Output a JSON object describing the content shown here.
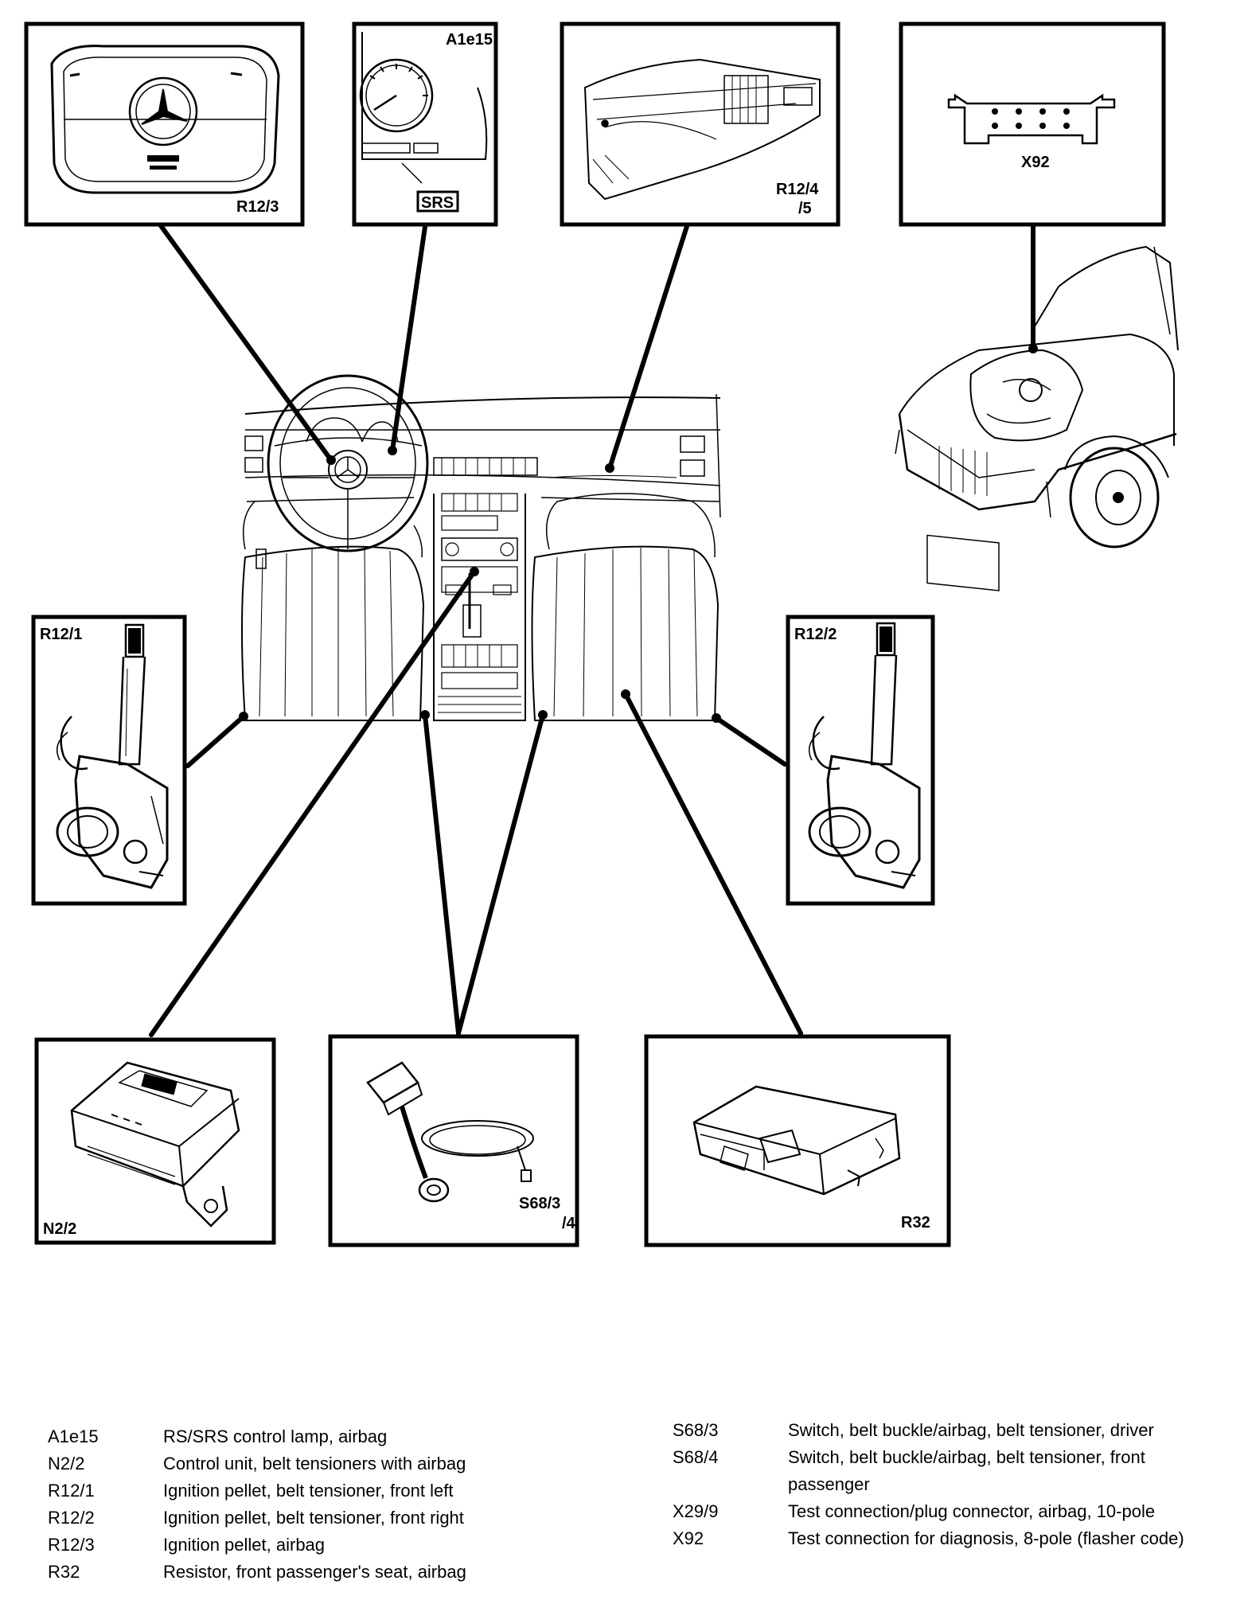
{
  "callouts": {
    "r12_3": "R12/3",
    "a1e15": "A1e15",
    "srs_lamp": "SRS",
    "r12_4_5_line1": "R12/4",
    "r12_4_5_line2": "/5",
    "x92": "X92",
    "r12_1": "R12/1",
    "r12_2": "R12/2",
    "n2_2": "N2/2",
    "s68_3_4_line1": "S68/3",
    "s68_3_4_line2": "/4",
    "r32": "R32"
  },
  "legend": {
    "left": [
      {
        "code": "A1e15",
        "text": "RS/SRS control lamp, airbag"
      },
      {
        "code": "N2/2",
        "text": "Control unit, belt tensioners with airbag"
      },
      {
        "code": "R12/1",
        "text": "Ignition pellet, belt tensioner, front left"
      },
      {
        "code": "R12/2",
        "text": "Ignition pellet, belt tensioner, front right"
      },
      {
        "code": "R12/3",
        "text": "Ignition pellet, airbag"
      },
      {
        "code": "R32",
        "text": "Resistor, front passenger's seat, airbag"
      }
    ],
    "right": [
      {
        "code": "S68/3",
        "text": "Switch, belt buckle/airbag, belt tensioner, driver"
      },
      {
        "code": "S68/4",
        "text": "Switch, belt buckle/airbag, belt tensioner, front passenger"
      },
      {
        "code": "X29/9",
        "text": "Test connection/plug connector, airbag, 10-pole"
      },
      {
        "code": "X92",
        "text": "Test connection for diagnosis, 8-pole (flasher code)"
      }
    ]
  }
}
